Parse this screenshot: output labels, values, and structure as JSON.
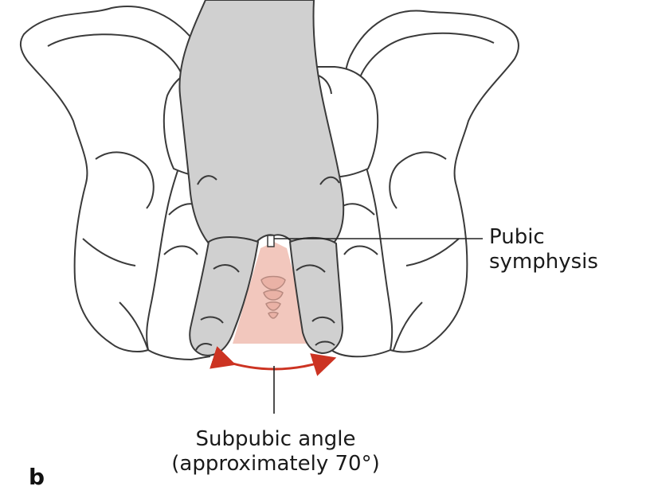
{
  "figure": {
    "panel_letter": "b",
    "labels": {
      "pubic_symphysis": [
        "Pubic",
        "symphysis"
      ],
      "subpubic_angle": [
        "Subpubic angle",
        "(approximately 70°)"
      ]
    },
    "colors": {
      "outline": "#3a3a3a",
      "hand_fill": "#d0d0d0",
      "angle_fill": "#f2c7bd",
      "arrow": "#cc3322",
      "leader": "#222222"
    }
  }
}
